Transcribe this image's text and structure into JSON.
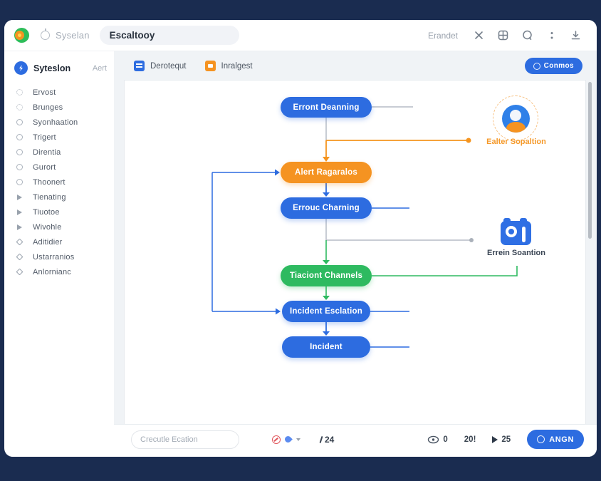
{
  "colors": {
    "navy_bg": "#1a2c50",
    "accent_blue": "#2d6ce0",
    "accent_orange": "#f59321",
    "accent_green": "#2eba60",
    "connector_gray": "#b6bcc6"
  },
  "topbar": {
    "brand": "Syselan",
    "search_value": "Escaltooy",
    "user": "Erandet",
    "icons": [
      "clock-icon",
      "close-icon",
      "grid-icon",
      "chat-icon",
      "more-icon",
      "download-icon"
    ]
  },
  "sidebar": {
    "title": "Syteslon",
    "badge": "Aert",
    "items": [
      {
        "label": "Ervost",
        "icon": "circle-icon"
      },
      {
        "label": "Brunges",
        "icon": "circle-icon"
      },
      {
        "label": "Syonhaation",
        "icon": "circle-icon"
      },
      {
        "label": "Trigert",
        "icon": "circle-icon"
      },
      {
        "label": "Direntia",
        "icon": "circle-icon"
      },
      {
        "label": "Gurort",
        "icon": "circle-icon"
      },
      {
        "label": "Thoonert",
        "icon": "circle-icon"
      },
      {
        "label": "Tienating",
        "icon": "triangle-icon"
      },
      {
        "label": "Tiuotoe",
        "icon": "triangle-icon"
      },
      {
        "label": "Wivohle",
        "icon": "triangle-icon"
      },
      {
        "label": "Aditidier",
        "icon": "diamond-icon"
      },
      {
        "label": "Ustarranios",
        "icon": "diamond-icon"
      },
      {
        "label": "Anlornianc",
        "icon": "diamond-icon"
      }
    ]
  },
  "tabs": [
    {
      "label": "Derotequt",
      "icon": "doc-blue-icon"
    },
    {
      "label": "Inralgest",
      "icon": "doc-orange-icon"
    }
  ],
  "toolbar": {
    "primary_button": "Conmos"
  },
  "flow": {
    "nodes": [
      {
        "label": "Erront Deanning",
        "color": "blue"
      },
      {
        "label": "Alert Ragaralos",
        "color": "orange"
      },
      {
        "label": "Errouc Charning",
        "color": "blue"
      },
      {
        "label": "Tiaciont Channels",
        "color": "green"
      },
      {
        "label": "Incident Esclation",
        "color": "blue"
      },
      {
        "label": "Incident",
        "color": "blue"
      }
    ],
    "annotations": [
      {
        "label": "Ealter Sopaltion",
        "icon": "user-avatar-icon",
        "color": "orange"
      },
      {
        "label": "Errein Soantion",
        "icon": "camera-icon",
        "color": "dark"
      }
    ]
  },
  "statusbar": {
    "placeholder": "Crecutle Ecation",
    "typing_count": "24",
    "views": "0",
    "score": "20!",
    "plays": "25",
    "action_button": "ANGN"
  }
}
